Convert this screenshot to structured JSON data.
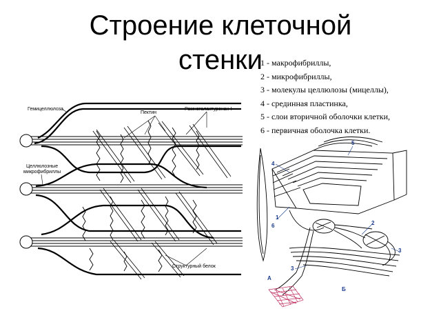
{
  "title_line1": "Строение клеточной",
  "title_line2": "стенки",
  "legend": [
    "1 - макрофибриллы,",
    "2 - микрофибриллы,",
    "3 - молекулы целлюлозы  (мицеллы),",
    "4 - срединная пластинка,",
    "5 - слои вторичной оболочки клетки,",
    "6 - первичная оболочка клетки."
  ],
  "left_diagram": {
    "label_hemicellulose": "Гемицеллюлоза",
    "label_pectin": "Пектин",
    "label_arabinogalactan": "Рамногалактуронан I",
    "label_microfibrils_1": "Целлюлозные",
    "label_microfibrils_2": "микрофибриллы",
    "label_protein": "Структурный белок"
  },
  "right_diagram": {
    "marks": [
      "5",
      "4",
      "1",
      "6",
      "2",
      "3",
      "3",
      "А",
      "Б"
    ]
  },
  "colors": {
    "callout": "#1a3b8c",
    "line": "#000000",
    "mesh": "#c03060"
  }
}
